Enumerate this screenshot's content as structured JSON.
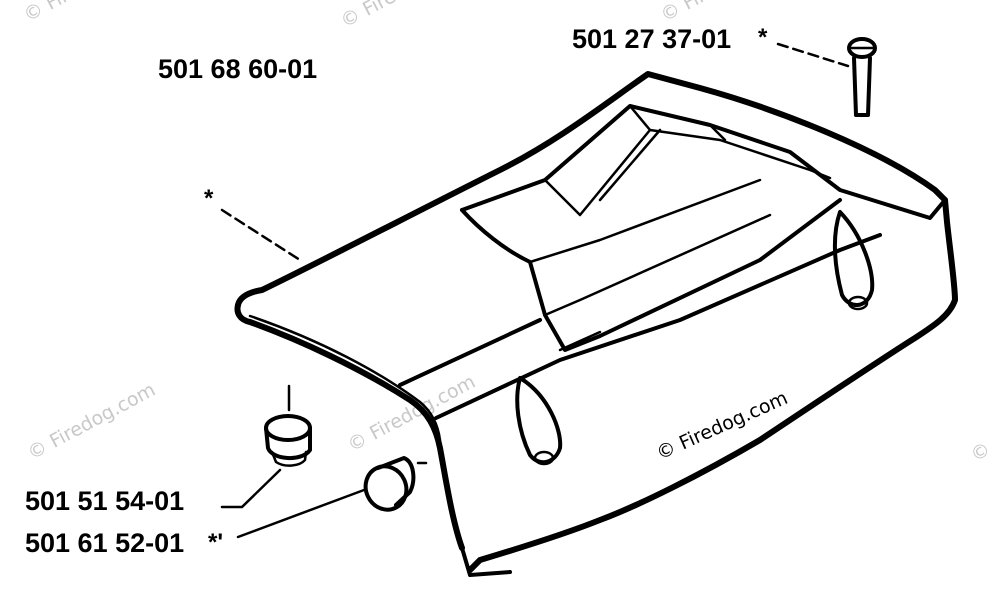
{
  "parts": {
    "cover": "501 68 60-01",
    "screw": "501 27 37-01",
    "plug_large": "501 51 54-01",
    "plug_small": "501 61 52-01"
  },
  "markers": {
    "screw_star": "*",
    "cover_star": "*",
    "plug_small_star": "*'"
  },
  "watermark": {
    "main": "© Firedog.com",
    "faint": "© Firedog.com"
  },
  "colors": {
    "ink": "#000000",
    "background": "#ffffff",
    "watermark_faint": "#c8c8c8"
  }
}
